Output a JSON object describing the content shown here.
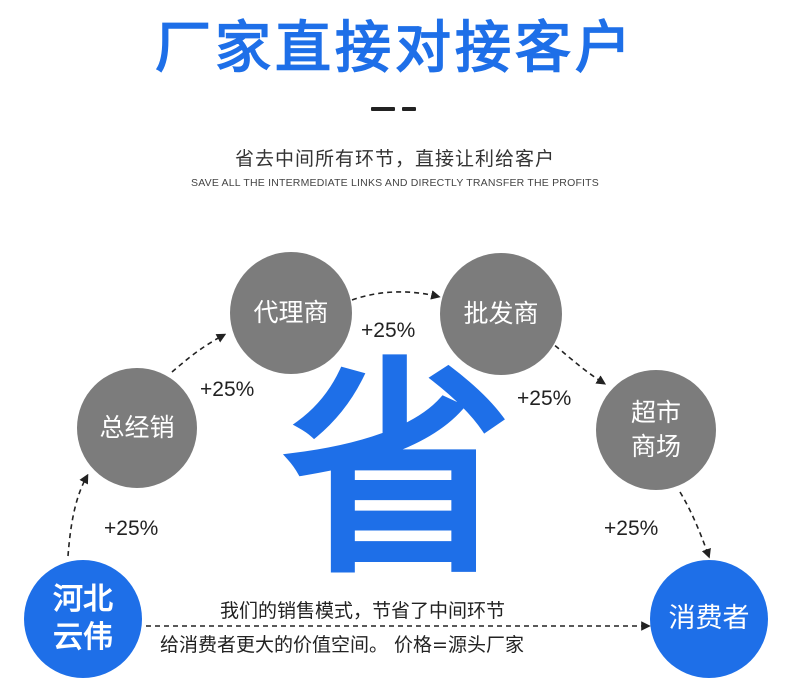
{
  "header": {
    "title": "厂家直接对接客户",
    "subtitle": "省去中间所有环节，直接让利给客户",
    "subtitle_en": "SAVE ALL THE INTERMEDIATE LINKS AND DIRECTLY TRANSFER THE PROFITS"
  },
  "nodes": {
    "factory_line1": "河北",
    "factory_line2": "云伟",
    "distributor": "总经销",
    "agent": "代理商",
    "wholesaler": "批发商",
    "market_line1": "超市",
    "market_line2": "商场",
    "consumer": "消费者"
  },
  "markups": [
    "+25%",
    "+25%",
    "+25%",
    "+25%",
    "+25%"
  ],
  "center_char": "省",
  "caption": {
    "line1": "我们的销售模式，节省了中间环节",
    "line2": "给消费者更大的价值空间。 价格=源头厂家"
  },
  "colors": {
    "brand_blue": "#1e6fe8",
    "gray_node": "#7c7c7c",
    "arrow": "#222222"
  }
}
